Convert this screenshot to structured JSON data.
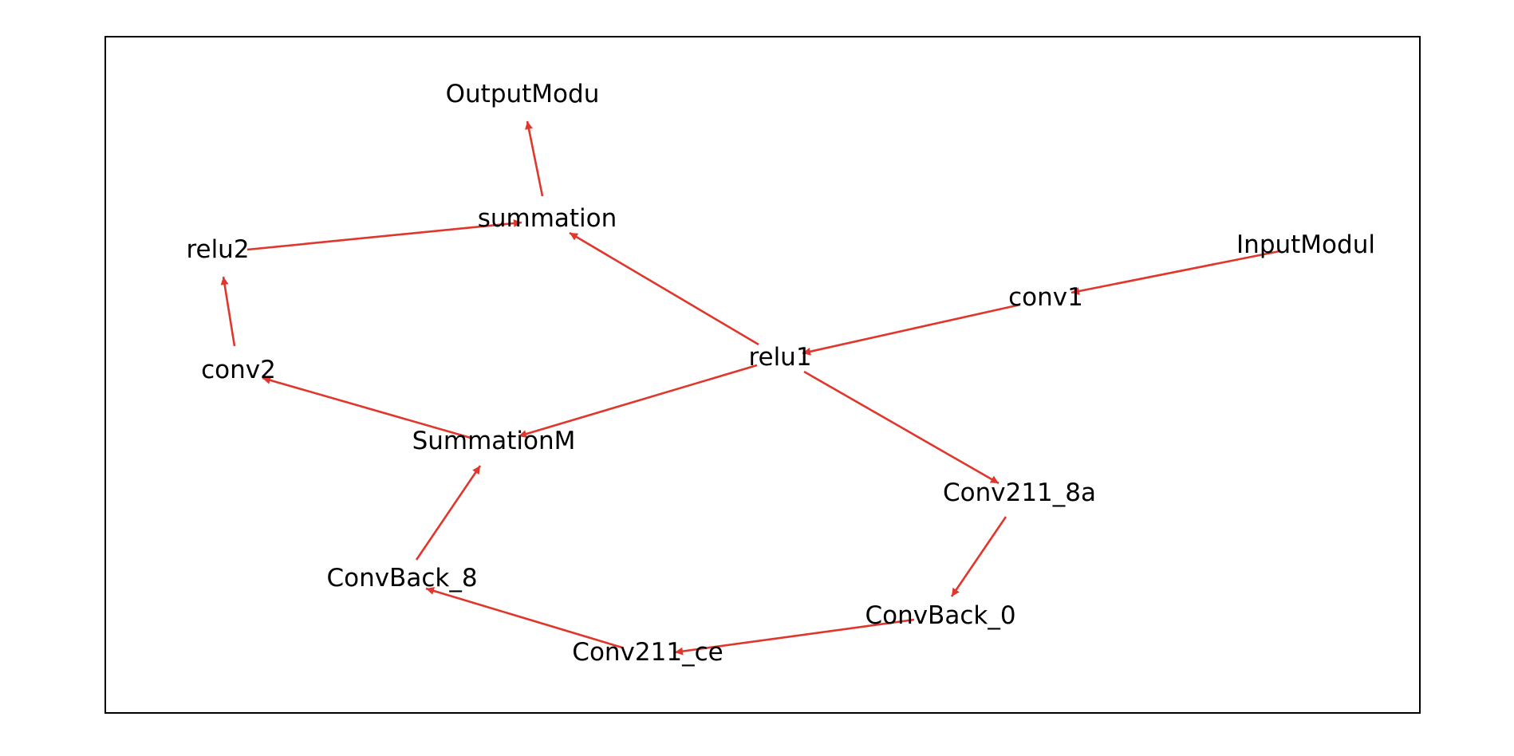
{
  "diagram": {
    "type": "directed-graph",
    "edge_color": "#e0362c",
    "label_color": "#000000",
    "frame_color": "#000000",
    "nodes": [
      {
        "id": "OutputModu",
        "label": "OutputModu"
      },
      {
        "id": "summation",
        "label": "summation"
      },
      {
        "id": "relu2",
        "label": "relu2"
      },
      {
        "id": "InputModul",
        "label": "InputModul"
      },
      {
        "id": "conv1",
        "label": "conv1"
      },
      {
        "id": "conv2",
        "label": "conv2"
      },
      {
        "id": "relu1",
        "label": "relu1"
      },
      {
        "id": "SummationM",
        "label": "SummationM"
      },
      {
        "id": "Conv211_8a",
        "label": "Conv211_8a"
      },
      {
        "id": "ConvBack_8",
        "label": "ConvBack_8"
      },
      {
        "id": "ConvBack_0",
        "label": "ConvBack_0"
      },
      {
        "id": "Conv211_ce",
        "label": "Conv211_ce"
      }
    ],
    "edges": [
      {
        "from": "summation",
        "to": "OutputModu"
      },
      {
        "from": "relu2",
        "to": "summation"
      },
      {
        "from": "relu1",
        "to": "summation"
      },
      {
        "from": "InputModul",
        "to": "conv1"
      },
      {
        "from": "conv1",
        "to": "relu1"
      },
      {
        "from": "conv2",
        "to": "relu2"
      },
      {
        "from": "SummationM",
        "to": "conv2"
      },
      {
        "from": "relu1",
        "to": "SummationM"
      },
      {
        "from": "relu1",
        "to": "Conv211_8a"
      },
      {
        "from": "ConvBack_8",
        "to": "SummationM"
      },
      {
        "from": "Conv211_8a",
        "to": "ConvBack_0"
      },
      {
        "from": "Conv211_ce",
        "to": "ConvBack_8"
      },
      {
        "from": "ConvBack_0",
        "to": "Conv211_ce"
      }
    ]
  }
}
